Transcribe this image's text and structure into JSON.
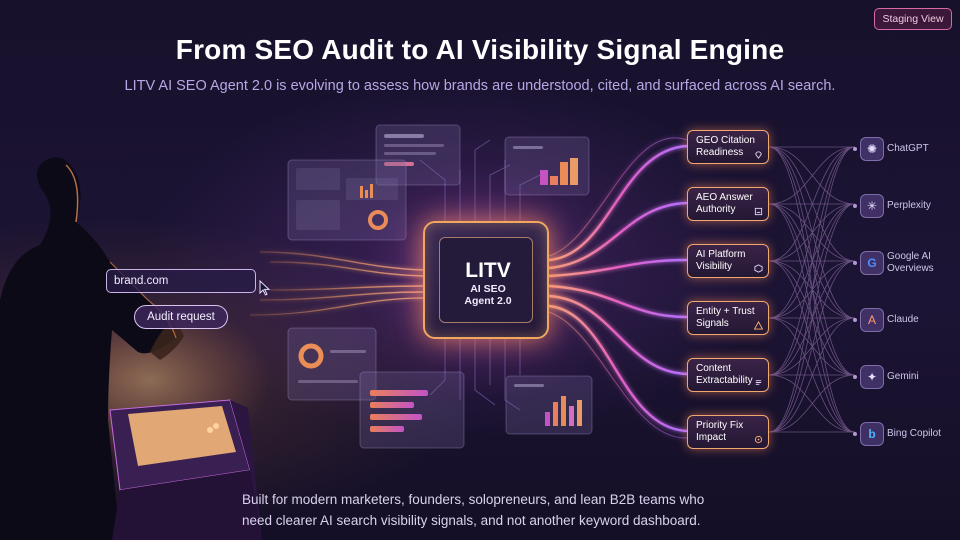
{
  "header": {
    "staging_label": "Staging View",
    "title": "From SEO Audit to AI Visibility Signal Engine",
    "subtitle": "LITV AI SEO Agent 2.0 is evolving to assess how brands are understood, cited, and surfaced across AI search."
  },
  "audit_form": {
    "domain_value": "brand.com",
    "button_label": "Audit request"
  },
  "core_chip": {
    "title": "LITV",
    "subtitle_line1": "AI SEO",
    "subtitle_line2": "Agent 2.0"
  },
  "signals": [
    {
      "label": "GEO Citation\nReadiness",
      "icon": "location-pin-icon"
    },
    {
      "label": "AEO Answer\nAuthority",
      "icon": "document-icon"
    },
    {
      "label": "AI Platform\nVisibility",
      "icon": "cube-icon"
    },
    {
      "label": "Entity + Trust\nSignals",
      "icon": "warning-icon"
    },
    {
      "label": "Content\nExtractability",
      "icon": "doc-lines-icon"
    },
    {
      "label": "Priority Fix\nImpact",
      "icon": "target-icon"
    }
  ],
  "platforms": [
    {
      "label": "ChatGPT",
      "icon": "chatgpt-icon",
      "glyph": "✺"
    },
    {
      "label": "Perplexity",
      "icon": "perplexity-icon",
      "glyph": "✳"
    },
    {
      "label": "Google AI\nOverviews",
      "icon": "google-icon",
      "glyph": "G"
    },
    {
      "label": "Claude",
      "icon": "claude-icon",
      "glyph": "A"
    },
    {
      "label": "Gemini",
      "icon": "gemini-icon",
      "glyph": "✦"
    },
    {
      "label": "Bing Copilot",
      "icon": "bing-icon",
      "glyph": "b"
    }
  ],
  "footer": {
    "line1": "Built for modern marketers, founders, solopreneurs, and lean B2B teams who",
    "line2": "need clearer AI search visibility signals, and not another keyword dashboard."
  },
  "colors": {
    "background": "#17112c",
    "accent_orange": "#f0a860",
    "accent_pink": "#e05cc8",
    "accent_purple": "#a66bff",
    "subtitle": "#b9a6e6"
  }
}
